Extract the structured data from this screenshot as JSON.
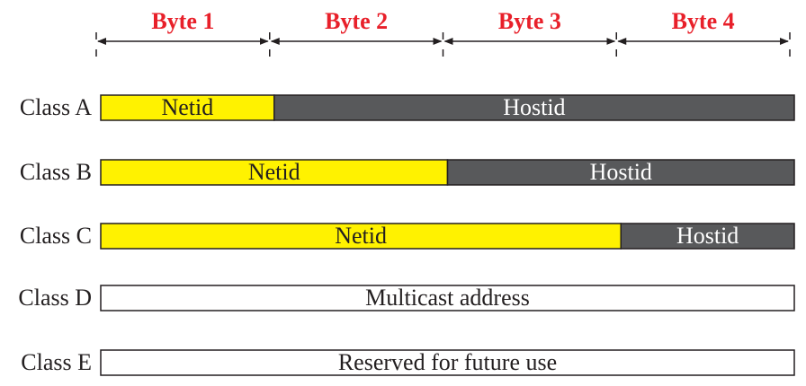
{
  "colors": {
    "byte_label": "#e8202a",
    "netid_fill": "#fff200",
    "hostid_fill": "#58595b",
    "plain_fill": "#ffffff",
    "stroke": "#231f20",
    "netid_text": "#231f20",
    "hostid_text": "#ffffff",
    "plain_text": "#231f20"
  },
  "bytes": [
    {
      "label": "Byte 1"
    },
    {
      "label": "Byte 2"
    },
    {
      "label": "Byte 3"
    },
    {
      "label": "Byte 4"
    }
  ],
  "classes": [
    {
      "label": "Class A",
      "segments": [
        {
          "label": "Netid",
          "bytes": 1,
          "kind": "netid"
        },
        {
          "label": "Hostid",
          "bytes": 3,
          "kind": "hostid"
        }
      ]
    },
    {
      "label": "Class B",
      "segments": [
        {
          "label": "Netid",
          "bytes": 2,
          "kind": "netid"
        },
        {
          "label": "Hostid",
          "bytes": 2,
          "kind": "hostid"
        }
      ]
    },
    {
      "label": "Class C",
      "segments": [
        {
          "label": "Netid",
          "bytes": 3,
          "kind": "netid"
        },
        {
          "label": "Hostid",
          "bytes": 1,
          "kind": "hostid"
        }
      ]
    },
    {
      "label": "Class D",
      "segments": [
        {
          "label": "Multicast address",
          "bytes": 4,
          "kind": "plain"
        }
      ]
    },
    {
      "label": "Class E",
      "segments": [
        {
          "label": "Reserved for future use",
          "bytes": 4,
          "kind": "plain"
        }
      ]
    }
  ]
}
